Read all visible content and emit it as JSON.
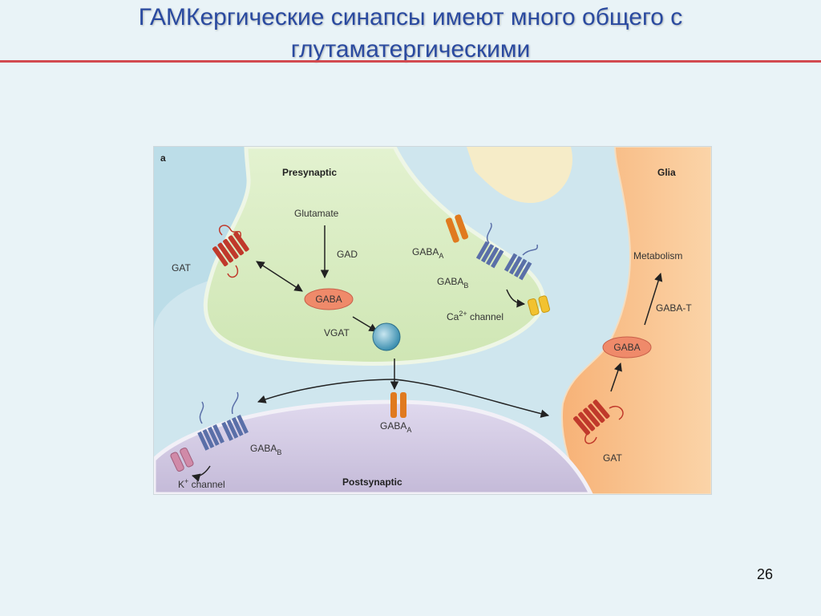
{
  "slide": {
    "title_line1": "ГАМКергические синапсы имеют много общего с",
    "title_line2": "глутаматергическими",
    "page_number": "26"
  },
  "figure": {
    "panel_label": "a",
    "presynaptic": "Presynaptic",
    "postsynaptic": "Postsynaptic",
    "glia": "Glia",
    "glutamate": "Glutamate",
    "gad": "GAD",
    "gaba_pre": "GABA",
    "vgat": "VGAT",
    "gat_pre": "GAT",
    "gaba_a_pre": "GABA",
    "gaba_a_pre_sub": "A",
    "gaba_b_pre": "GABA",
    "gaba_b_pre_sub": "B",
    "ca_channel_pre": "Ca",
    "ca_channel_sup": "2+",
    "ca_channel_post": " channel",
    "metabolism": "Metabolism",
    "gaba_t": "GABA-T",
    "gaba_glia": "GABA",
    "gat_glia": "GAT",
    "gaba_a_post": "GABA",
    "gaba_a_post_sub": "A",
    "gaba_b_post": "GABA",
    "gaba_b_post_sub": "B",
    "k_channel_pre": "K",
    "k_channel_sup": "+",
    "k_channel_post": " channel"
  },
  "colors": {
    "title": "#2a4aa0",
    "rule": "#d24a50",
    "background": "#e9f3f7",
    "extracellular": "#cfe6ee",
    "presynaptic": "#d9ecc4",
    "glia": "#f9c189",
    "postsynaptic": "#d6cfe6",
    "gaba_oval": "#ef8a6a",
    "gat_transporter": "#c0392b",
    "gaba_a_receptor": "#e07a1f",
    "gaba_b_receptor": "#5a6fa8",
    "ca_channel": "#f2c230"
  }
}
